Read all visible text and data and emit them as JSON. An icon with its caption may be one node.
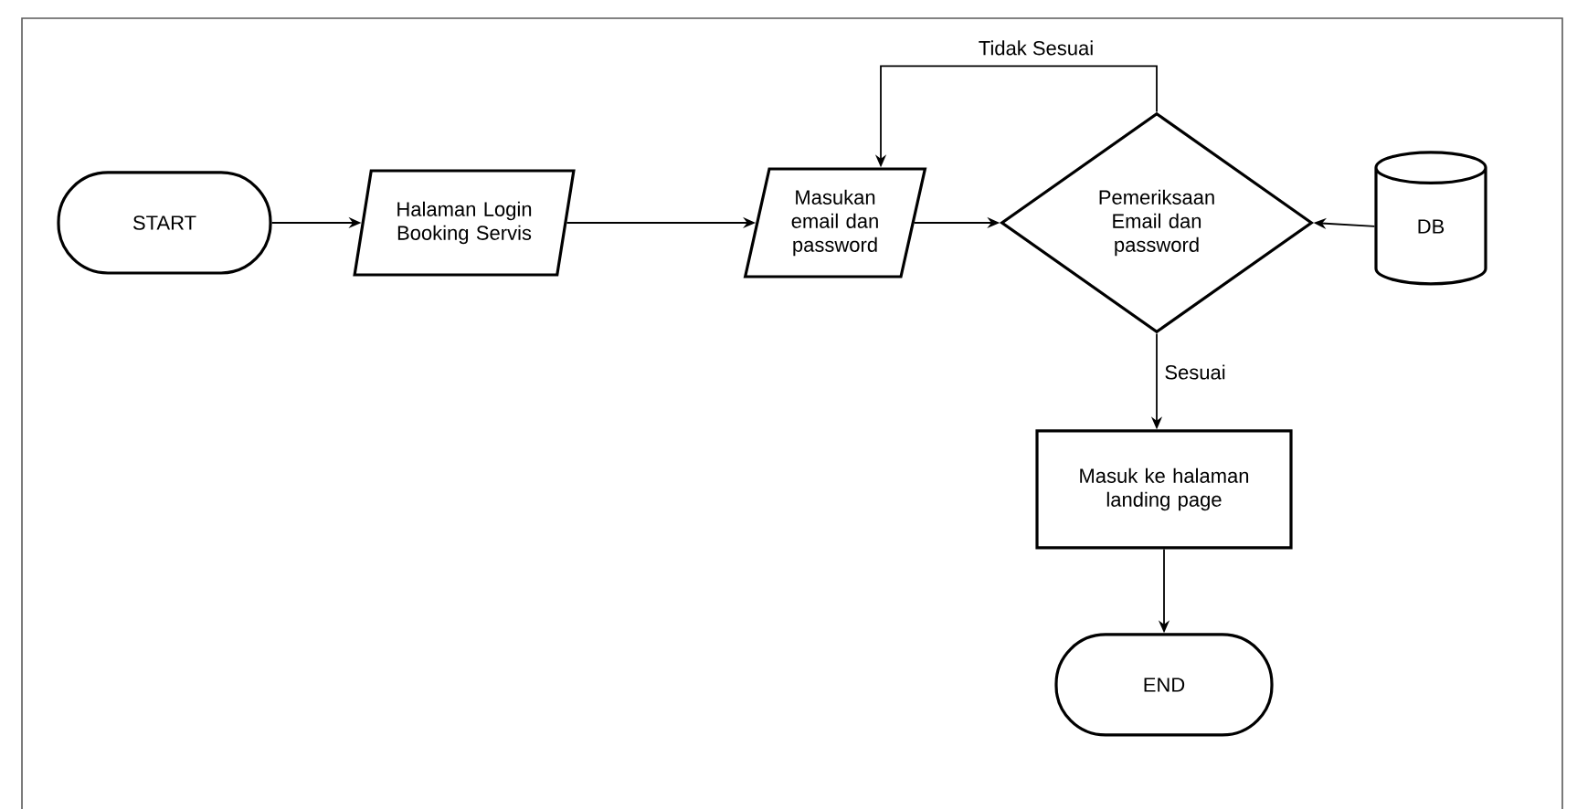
{
  "diagram": {
    "nodes": [
      {
        "text": [
          "START"
        ]
      },
      {
        "text": [
          "Halaman Login Booking Servis"
        ]
      },
      {
        "text": [
          "Masukan email dan password"
        ]
      },
      {
        "text": [
          "Pemeriksaan Email dan password"
        ]
      },
      {
        "text": [
          "DB"
        ]
      },
      {
        "text": [
          "Masuk ke halaman landing page"
        ]
      },
      {
        "text": [
          "END"
        ]
      }
    ],
    "edges": [
      {
        "from": 0,
        "to": 1,
        "arrow": "to"
      },
      {
        "from": 1,
        "to": 2,
        "arrow": "to"
      },
      {
        "from": 2,
        "to": 3,
        "arrow": "to"
      },
      {
        "from": 4,
        "to": 3,
        "arrow": "to"
      },
      {
        "from": 3,
        "to": 2,
        "arrow": "to",
        "label": "Tidak Sesuai"
      },
      {
        "from": 3,
        "to": 5,
        "arrow": "to",
        "label": "Sesuai"
      },
      {
        "from": 5,
        "to": 6,
        "arrow": "to"
      }
    ]
  }
}
